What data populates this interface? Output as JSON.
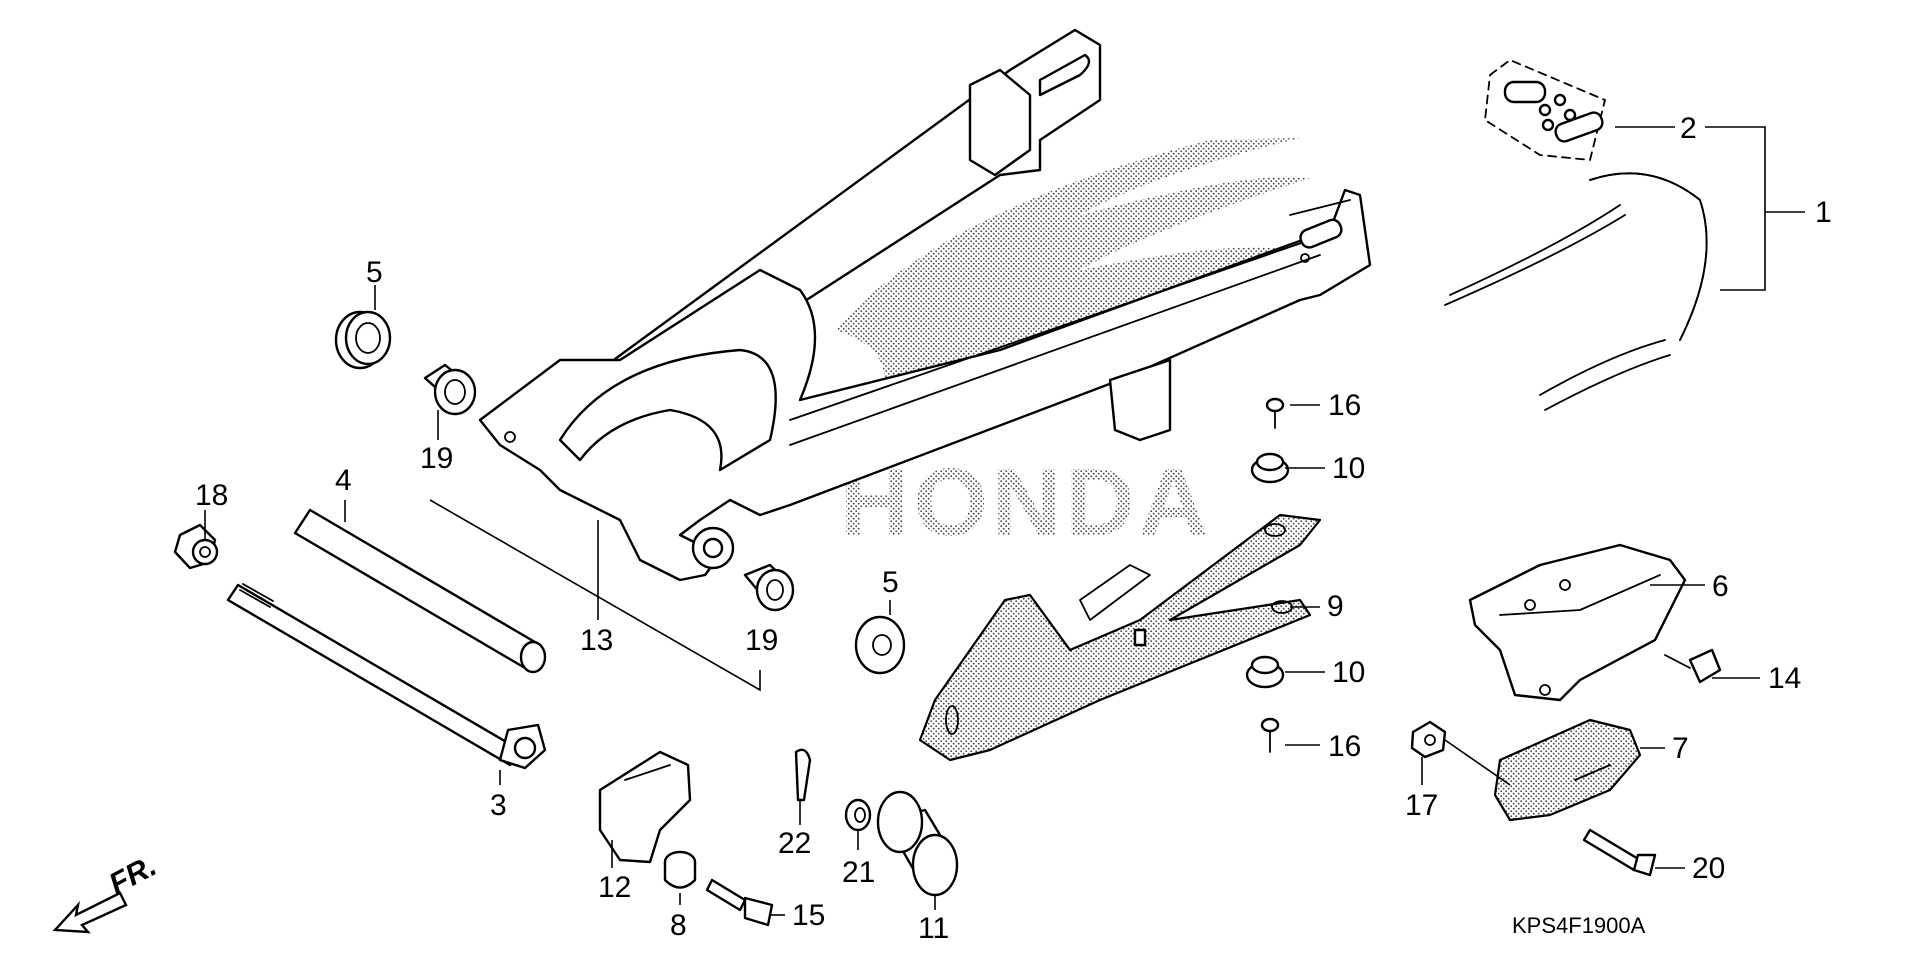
{
  "diagram": {
    "brand_mark": "HONDA",
    "code": "KPS4F1900A",
    "direction_label": "FR.",
    "callouts": {
      "c1": "1",
      "c2": "2",
      "c3": "3",
      "c4": "4",
      "c5a": "5",
      "c5b": "5",
      "c6": "6",
      "c7": "7",
      "c8": "8",
      "c9": "9",
      "c10a": "10",
      "c10b": "10",
      "c11": "11",
      "c12": "12",
      "c13": "13",
      "c14": "14",
      "c15": "15",
      "c16a": "16",
      "c16b": "16",
      "c17": "17",
      "c18": "18",
      "c19a": "19",
      "c19b": "19",
      "c20": "20",
      "c21": "21",
      "c22": "22"
    }
  }
}
